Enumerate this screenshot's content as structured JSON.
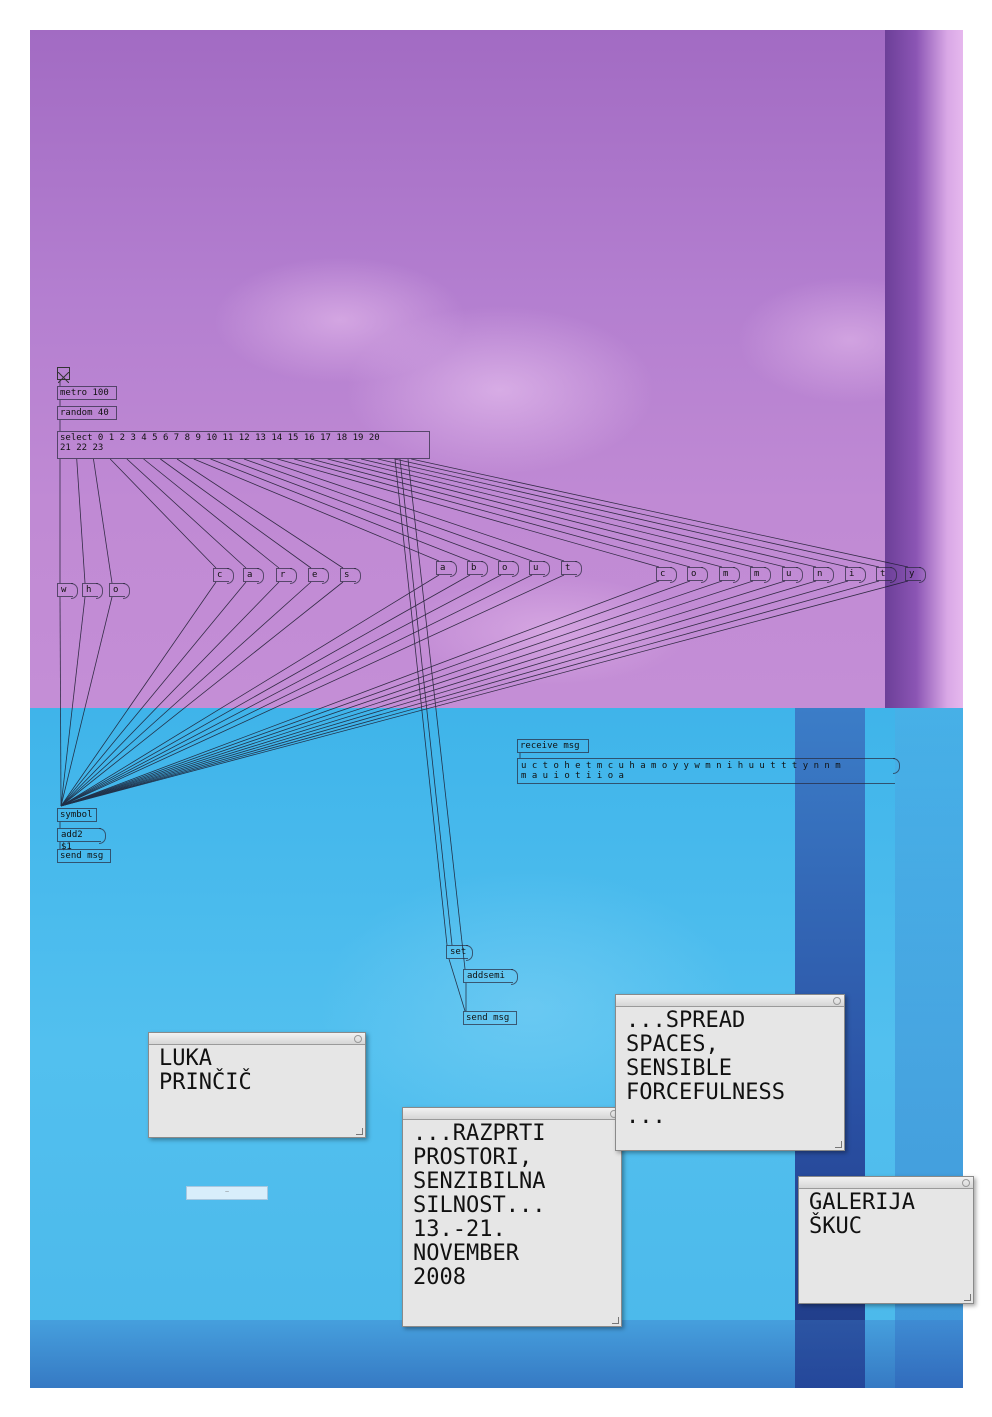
{
  "patch": {
    "bang_label": "",
    "metro": "metro 100",
    "random": "random 40",
    "select_line1": "select 0 1 2 3 4 5 6 7 8 9 10 11 12 13 14 15 16 17 18 19 20",
    "select_line2": "21 22 23",
    "letters_who": [
      "w",
      "h",
      "o"
    ],
    "letters_cares": [
      "c",
      "a",
      "r",
      "e",
      "s"
    ],
    "letters_about": [
      "a",
      "b",
      "o",
      "u",
      "t"
    ],
    "letters_community": [
      "c",
      "o",
      "m",
      "m",
      "u",
      "n",
      "i",
      "t",
      "y"
    ],
    "symbol": "symbol",
    "add2": "add2 $1",
    "send_msg_left": "send msg",
    "receive": "receive msg",
    "output_line1": "u c t o h e t m c u h a m o y y w m n i h u u t t t y n n m",
    "output_line2": "m a u i o t i i o a",
    "set": "set",
    "addsemi": "addsemi",
    "send_msg_right": "send msg"
  },
  "windows": {
    "artist": "LUKA\nPRINČIČ",
    "title_sl": "...RAZPRTI\nPROSTORI,\nSENZIBILNA\nSILNOST...\n13.-21.\nNOVEMBER\n2008",
    "title_en": "...SPREAD\nSPACES,\nSENSIBLE\nFORCEFULNESS\n...",
    "venue": "GALERIJA\nŠKUC"
  },
  "mini_window_label": "—",
  "colors": {
    "sky": "#b47fd0",
    "water": "#4bb8ea",
    "window": "#e6e6e6"
  }
}
